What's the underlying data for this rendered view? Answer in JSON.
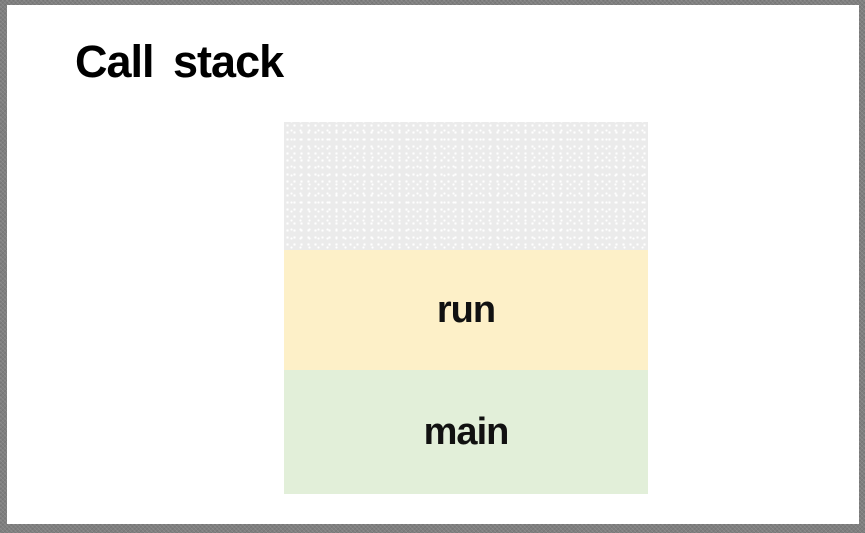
{
  "slide": {
    "title": "Call stack"
  },
  "call_stack": {
    "frames": [
      {
        "label": "",
        "role": "empty-slot",
        "fill": "#EBEBEB"
      },
      {
        "label": "run",
        "role": "stack-frame",
        "fill": "#FDF0C8"
      },
      {
        "label": "main",
        "role": "stack-frame",
        "fill": "#E2EFD9"
      }
    ]
  },
  "colors": {
    "frame_border": "#7F7F7F",
    "slide_background": "#FFFFFF",
    "empty_slot_fill": "#EBEBEB",
    "empty_slot_dots": "#FFFFFF",
    "run_fill": "#FDF0C8",
    "main_fill": "#E2EFD9",
    "text": "#111111"
  }
}
